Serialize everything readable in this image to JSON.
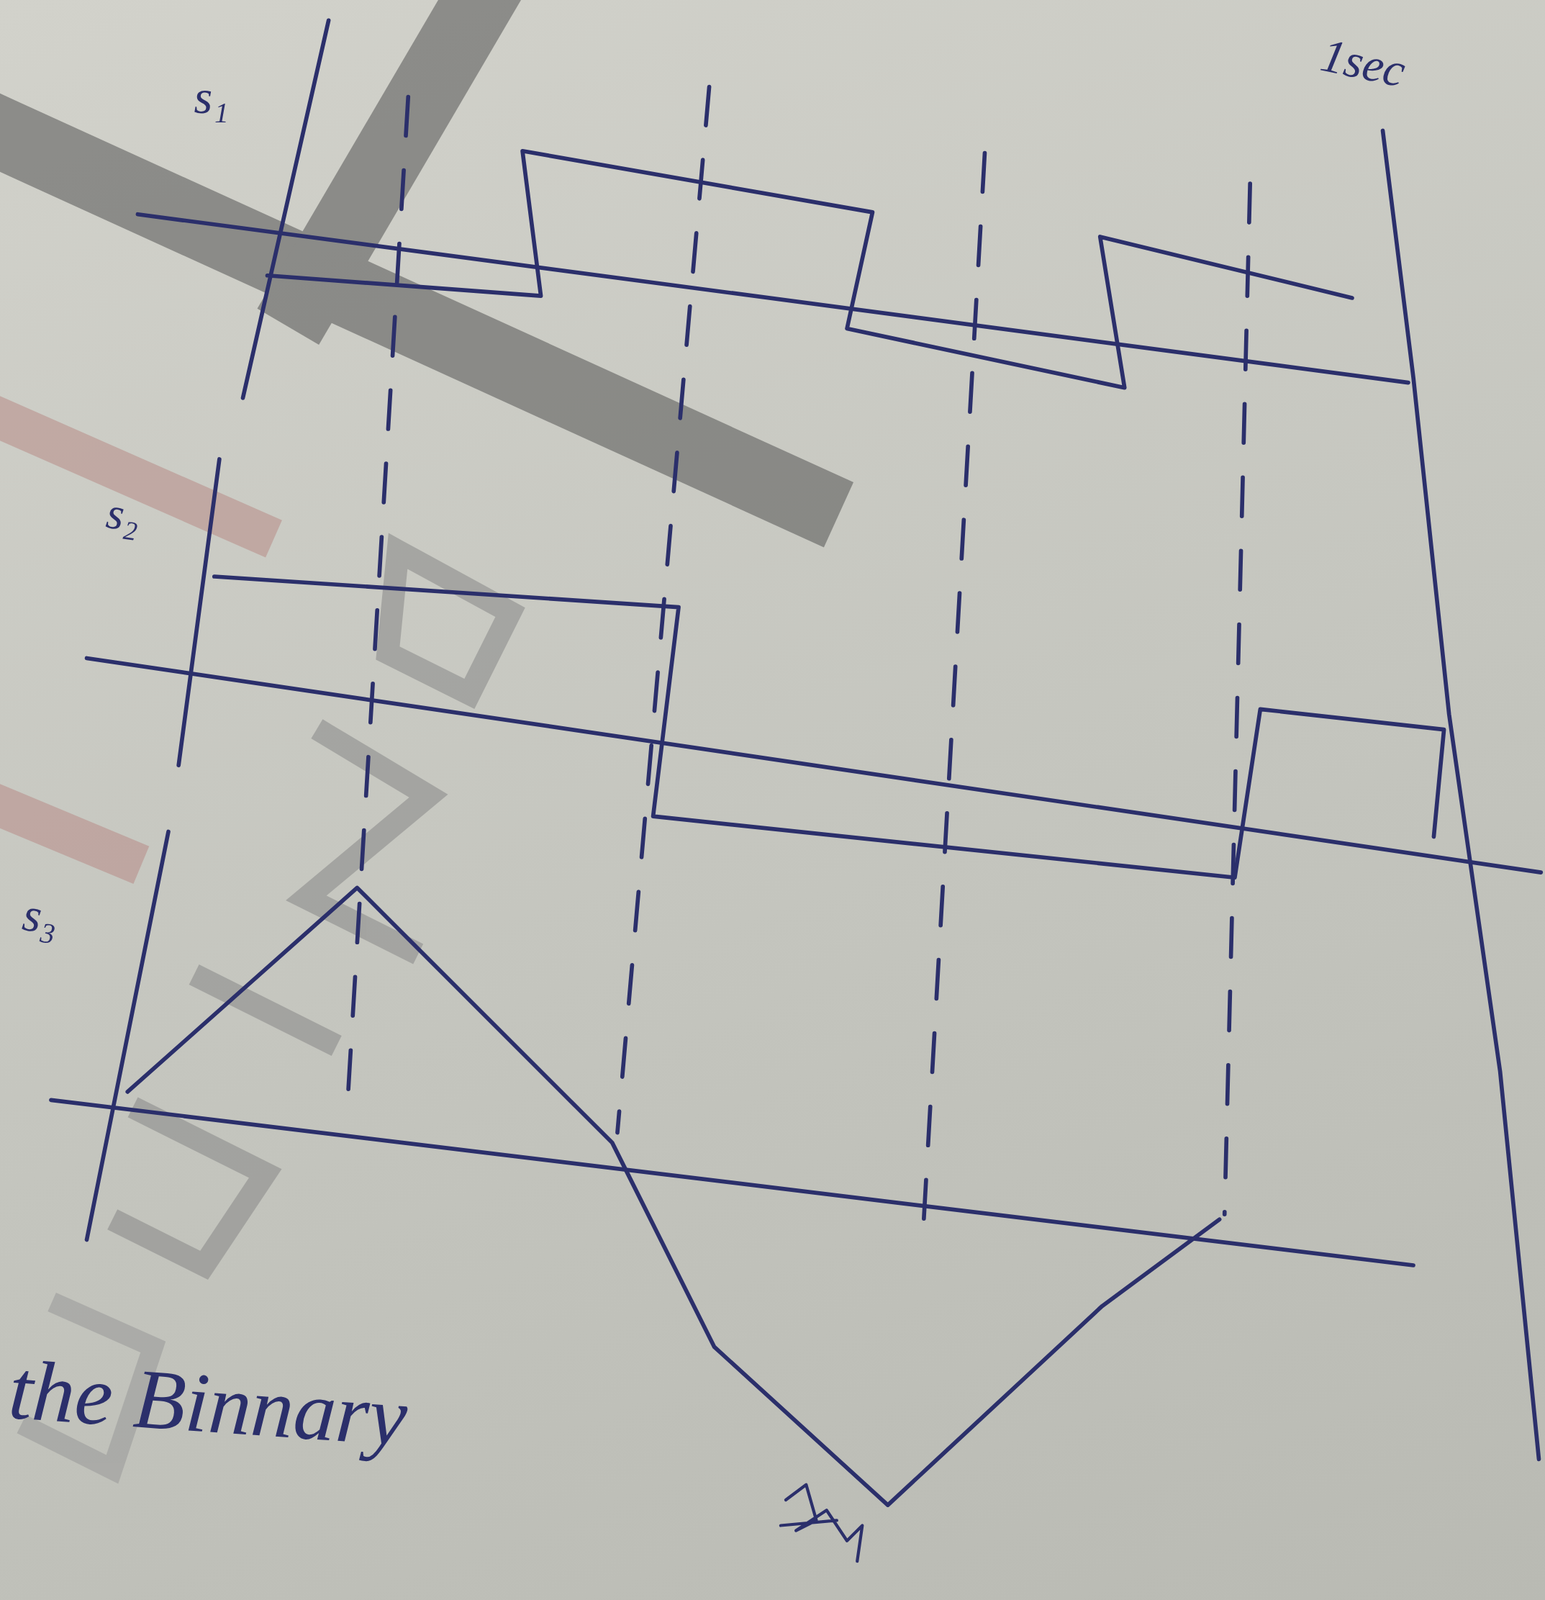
{
  "diagram": {
    "labels": [
      "s₁",
      "1sec",
      "s₂",
      "s₃",
      "the Binnary"
    ]
  }
}
